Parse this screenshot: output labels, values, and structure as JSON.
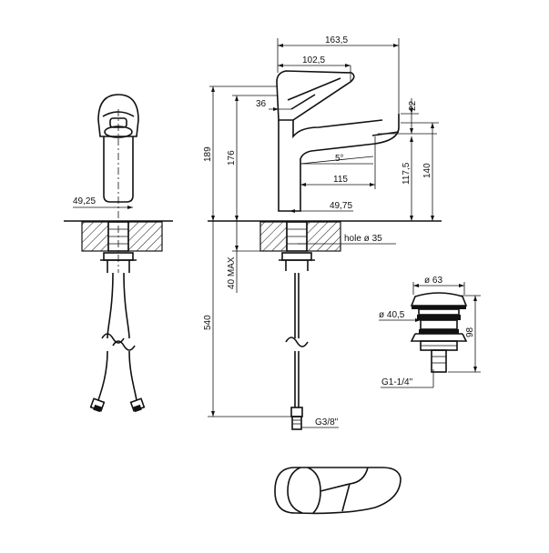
{
  "dimensions": {
    "d163_5": "163,5",
    "d102_5": "102,5",
    "d36": "36",
    "d22": "22",
    "d189": "189",
    "d176": "176",
    "d5deg": "5°",
    "d115": "115",
    "d117_5": "117,5",
    "d140": "140",
    "d49_75": "49,75",
    "d49_25": "49,25",
    "hole": "hole ø 35",
    "d40max": "40 MAX",
    "d540": "540",
    "g3_8": "G3/8\"",
    "d63": "ø 63",
    "d40_5": "ø 40,5",
    "d98": "98",
    "g1_1_4": "G1-1/4\""
  },
  "colors": {
    "line": "#111111",
    "background": "#ffffff"
  }
}
